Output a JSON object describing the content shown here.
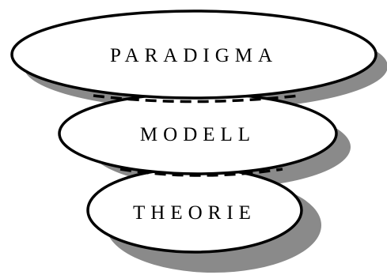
{
  "diagram": {
    "levels": [
      {
        "label": "PARADIGMA"
      },
      {
        "label": "MODELL"
      },
      {
        "label": "THEORIE"
      }
    ]
  },
  "colors": {
    "outline": "#000000",
    "fill": "#ffffff",
    "shadow": "#8a8a8a"
  }
}
